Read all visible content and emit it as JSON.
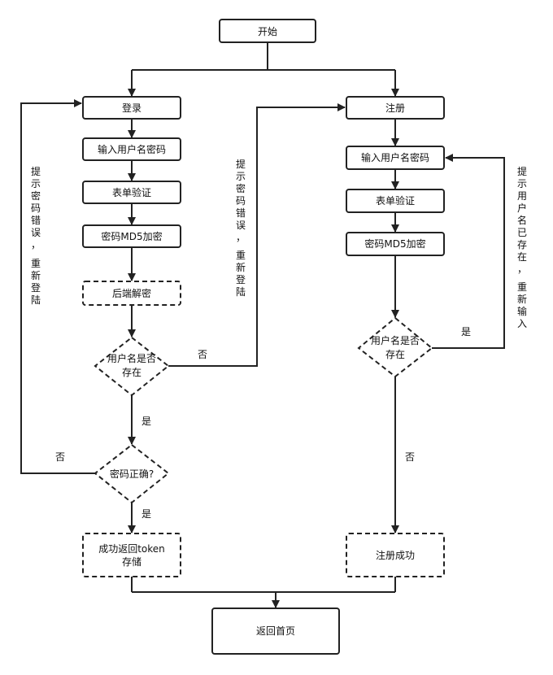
{
  "nodes": {
    "start": "开始",
    "login": "登录",
    "login_input": "输入用户名密码",
    "login_validate": "表单验证",
    "login_md5": "密码MD5加密",
    "backend_decrypt": "后端解密",
    "user_exists_line1": "用户名是否",
    "user_exists_line2": "存在",
    "pwd_correct": "密码正确?",
    "login_success_line1": "成功返回token",
    "login_success_line2": "存储",
    "register": "注册",
    "reg_input": "输入用户名密码",
    "reg_validate": "表单验证",
    "reg_md5": "密码MD5加密",
    "reg_exists_line1": "用户名是否",
    "reg_exists_line2": "存在",
    "reg_success": "注册成功",
    "home": "返回首页"
  },
  "labels": {
    "no_user_to_register": "否",
    "yes_user_exists": "是",
    "pwd_wrong": "否",
    "pwd_ok": "是",
    "reg_exists_yes": "是",
    "reg_exists_no": "否"
  },
  "notes": {
    "left": [
      "提",
      "示",
      "密",
      "码",
      "错",
      "误",
      "，",
      "重",
      "新",
      "登",
      "陆"
    ],
    "middle": [
      "提",
      "示",
      "密",
      "码",
      "错",
      "误",
      "，",
      "重",
      "新",
      "登",
      "陆"
    ],
    "right": [
      "提",
      "示",
      "用",
      "户",
      "名",
      "已",
      "存",
      "在",
      "，",
      "重",
      "新",
      "输",
      "入"
    ]
  }
}
